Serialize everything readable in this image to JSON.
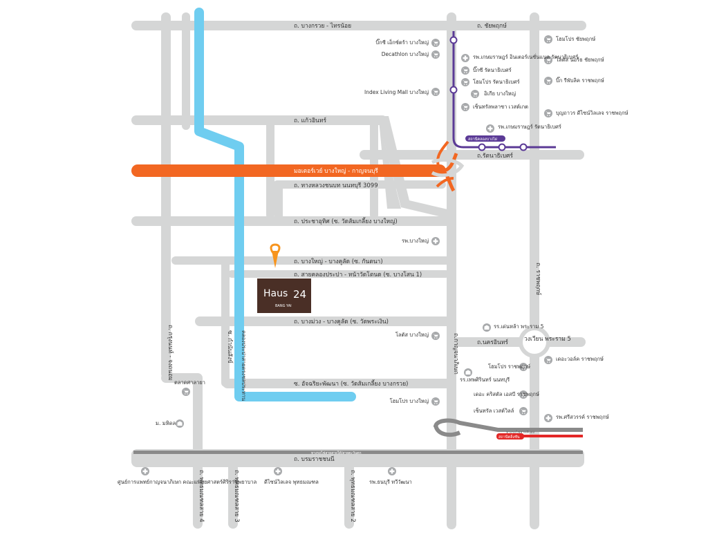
{
  "colors": {
    "road": "#d5d6d6",
    "canal": "#6fcdf0",
    "motorway": "#f26722",
    "purple_line": "#5b3a96",
    "red_line": "#e32726",
    "rail": "#8a8a8a",
    "poi_icon": "#a7a9ab",
    "pin": "#f7941d",
    "logo_bg": "#4a2f26"
  },
  "roads": {
    "bangkruai_sainoi": "ถ. บางกรวย - ไทรน้อย",
    "chaiyaphruek": "ถ. ชัยพฤกษ์",
    "kaew_in": "ถ. แก้วอินทร์",
    "motorway": "มอเตอร์เวย์ บางใหญ่ - กาญจนบุรี",
    "rural_road": "ถ. ทางหลวงชนบท นนทบุรี 3099",
    "rattanathibet": "ถ.รัตนาธิเบศร์",
    "pracha_uthit": "ถ. ประชาอุทิศ (ซ. วัดส้มเกลี้ยง บางใหญ่)",
    "bangyai_bangkulat": "ถ. บางใหญ่ - บางคูลัด (ซ. กันตนา)",
    "saiklong": "ถ. สายคลองประปา - หน้าวัดโตนด (ซ. บางโสน 1)",
    "bangmuang": "ถ. บางม่วง - บางคูลัด (ซ. วัดพระเงิน)",
    "nakhon_in": "ถ.นครอินทร์",
    "ratchaphruek": "ถ. ราชพฤกษ์",
    "kanchanaphisek": "ถ.กาญจนาภิเษก",
    "krungnon": "ถ. กรุงนนท์ - จงถนอม",
    "kamnan": "ซ. กำนันสังข์",
    "prapa_canal": "คลองประปาสายตรงชลประทาน",
    "achariya": "ซ. อัจฉริยะพัฒนา (ซ. วัดส้มเกลี้ยง บางกรวย)",
    "borom": "ถ. บรมราชชนนี",
    "phuttha4": "ถ. พุทธมณฑลสาย 4",
    "phuttha3": "ถ. พุทธมณฑลสาย 3",
    "phuttha2": "ถ. พุทธมณฑลสาย 2",
    "roundabout": "วงเวียน พระราม 5",
    "srt_line": "ทางรถไฟสายสายใต้/สายตะวันตก",
    "red_line": "ทางรถไฟสายสีแดง",
    "purple_station": "สถานีคลองบางไผ่",
    "red_station": "สถานีตลิ่งชัน"
  },
  "project": {
    "name": "Haus",
    "number": "24",
    "sub": "BANG YAI"
  },
  "pois": {
    "bigc_extra": "บิ๊กซี เอ็กซ์ตร้า บางใหญ่",
    "decathlon": "Decathlon บางใหญ่",
    "index": "Index Living Mall บางใหญ่",
    "homepro_chai": "โฮมโปร ชัยพฤกษ์",
    "lotus_north": "โลตัส นอร์ธ ชัยพฤกษ์",
    "big_rp": "บิ๊ก รีพับลิค ราชพฤกษ์",
    "bunthavorn": "บุญถาวร ดีไซน์วิลเลจ ราชพฤกษ์",
    "kasem_inter": "รพ.เกษมราษฎร์ อินเตอร์เนชั่นแนล รัตนาธิเบศร์",
    "bigc_rat": "บิ๊กซี รัตนาธิเบศร์",
    "homepro_rat": "โฮมโปร รัตนาธิเบศร์",
    "ikea": "อิเกีย บางใหญ่",
    "central_west": "เซ็นทรัลพลาซา เวสต์เกต",
    "kasem_rat": "รพ.เกษมราษฎร์ รัตนาธิเบศร์",
    "hosp_bangyai": "รพ.บางใหญ่",
    "lotus_bangyai": "โลตัส บางใหญ่",
    "tawee": "รร.เด่นหล้า พระราม 5",
    "homepro_rp": "โฮมโปร ราชพฤกษ์",
    "the_walk": "เดอะวอล์ค ราชพฤกษ์",
    "thepsirin": "รร.เทพศิรินทร์ นนทบุรี",
    "crystal": "เดอะ คริสตัล เอสบี ราชพฤกษ์",
    "central_westville": "เซ็นทรัล เวสต์วิลล์",
    "srisawan": "รพ.ศรีสวรรค์ ราชพฤกษ์",
    "market": "ตลาดศาลายา",
    "university": "ม. มหิดล",
    "homepro_bangyai": "โฮมโปร บางใหญ่",
    "medical_center": "ศูนย์การแพทย์กาญจนาภิเษก คณะแพทยศาสตร์ศิริราชพยาบาล",
    "design_village": "ดีไซน์วิลเลจ พุทธมณฑล",
    "thonburi_hosp": "รพ.ธนบุรี ทวีวัฒนา"
  }
}
